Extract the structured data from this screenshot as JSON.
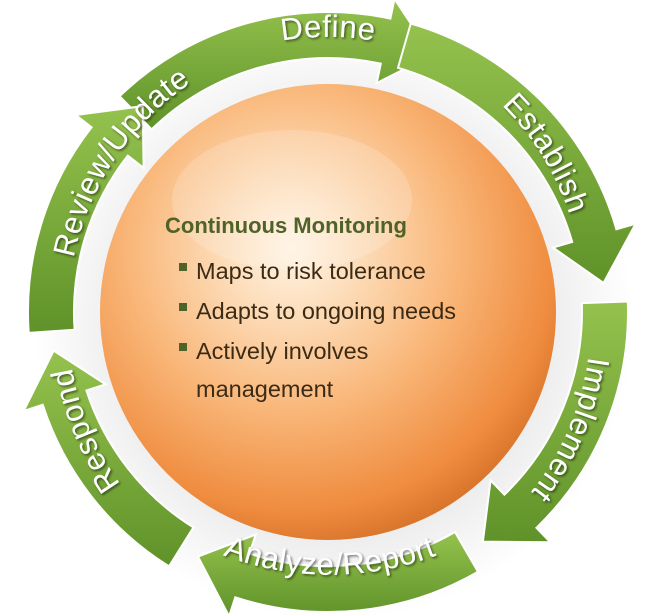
{
  "title": "Continuous Monitoring",
  "bullets": [
    "Maps to risk tolerance",
    "Adapts to ongoing needs",
    "Actively involves",
    "management"
  ],
  "steps": [
    "Define",
    "Establish",
    "Implement",
    "Analyze/Report",
    "Respond",
    "Review/Update"
  ],
  "colors": {
    "ring_green": "#7cae3c",
    "ring_green_dark": "#5a8a26",
    "orb_orange": "#f7a35c",
    "title_green": "#4f6228",
    "bullet_green": "#4f6228"
  }
}
